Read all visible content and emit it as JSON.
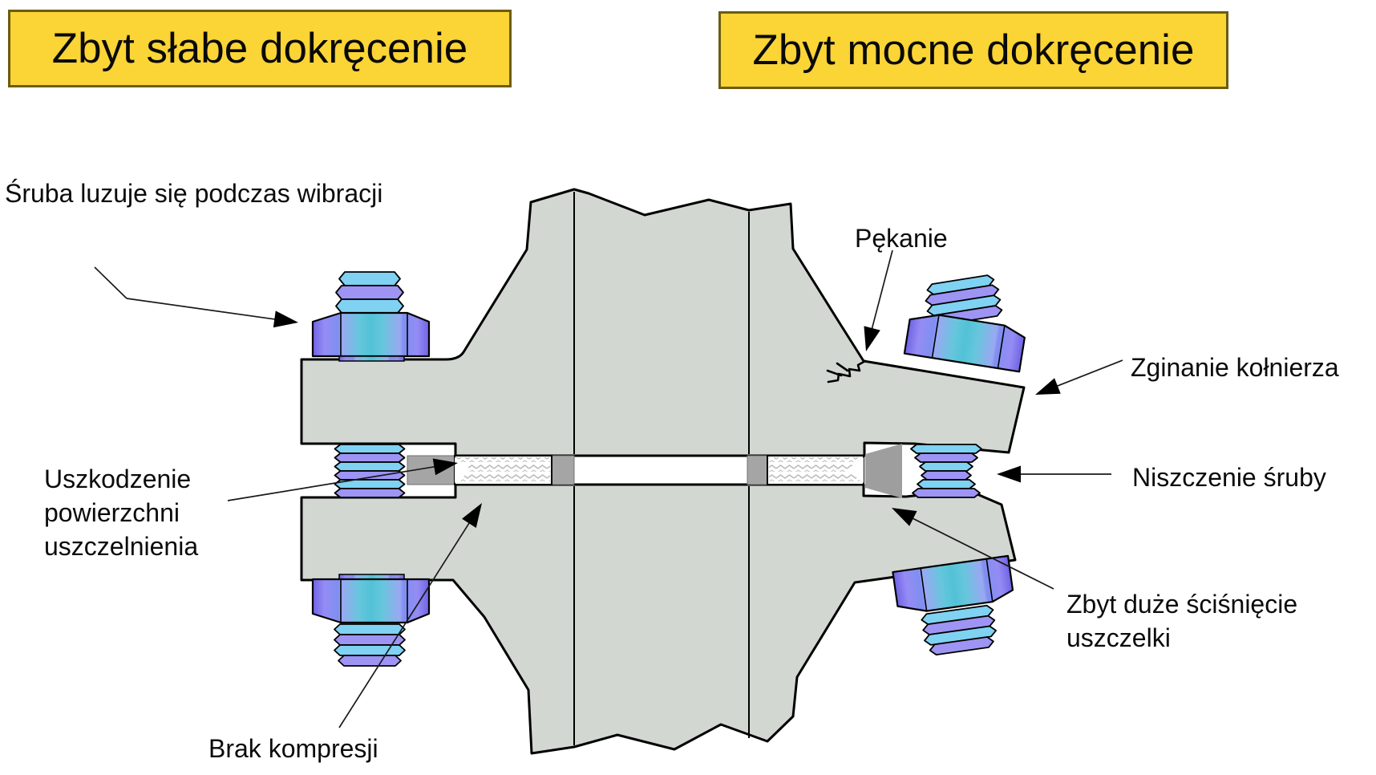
{
  "banners": {
    "left": "Zbyt słabe dokręcenie",
    "right": "Zbyt mocne dokręcenie"
  },
  "labels": {
    "vibration": "Śruba luzuje się podczas wibracji",
    "cracking": "Pękanie",
    "flange_bending": "Zginanie kołnierza",
    "seal_surface_damage": "Uszkodzenie\npowierzchni\nuszczelnienia",
    "bolt_destruction": "Niszczenie śruby",
    "gasket_overcompression": "Zbyt duże ściśnięcie\n uszczelki",
    "no_compression": "Brak kompresji"
  },
  "colors": {
    "banner_yellow": "#fbd435",
    "banner_border": "#6b5c12",
    "steel_gray": "#d2d7d2",
    "outline_black": "#000000",
    "seal_block_gray": "#a5a5a5",
    "gasket_wedge_gray": "#9e9e9e",
    "bolt_cyan": "#7fd2f2",
    "bolt_purple": "#9d94f3",
    "nut_purple": "#6f63e4",
    "nut_cyan": "#52c2d6",
    "gasket_zigzag_gray": "#bcbcbc"
  }
}
